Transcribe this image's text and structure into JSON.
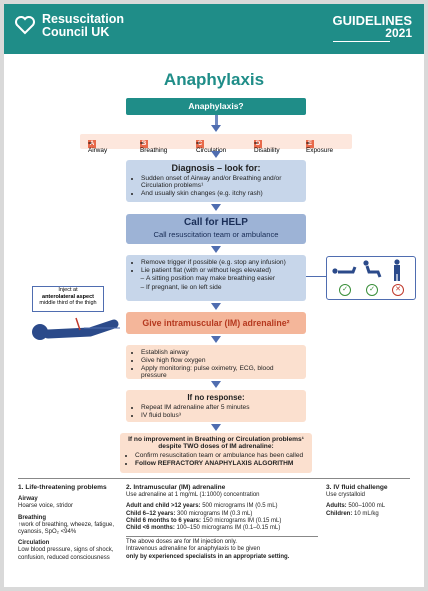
{
  "header": {
    "org_line1": "Resuscitation",
    "org_line2": "Council UK",
    "guidelines": "GUIDELINES",
    "year": "2021"
  },
  "title": "Anaphylaxis",
  "question": "Anaphylaxis?",
  "abcde": [
    {
      "letter": "A",
      "label": "= Airway"
    },
    {
      "letter": "B",
      "label": "= Breathing"
    },
    {
      "letter": "C",
      "label": "= Circulation"
    },
    {
      "letter": "D",
      "label": "= Disability"
    },
    {
      "letter": "E",
      "label": "= Exposure"
    }
  ],
  "diagnosis": {
    "heading": "Diagnosis – look for:",
    "items": [
      "Sudden onset of Airway and/or Breathing and/or Circulation problems¹",
      "And usually skin changes (e.g. itchy rash)"
    ]
  },
  "call_help": {
    "heading": "Call for HELP",
    "sub": "Call resuscitation team or ambulance"
  },
  "trigger": {
    "items": [
      "Remove trigger if possible (e.g. stop any infusion)",
      "Lie patient flat (with or without legs elevated)"
    ],
    "subitems": [
      "A sitting position may make breathing easier",
      "If pregnant, lie on left side"
    ]
  },
  "position_icons": [
    "lying-flat-icon",
    "sitting-icon",
    "standing-icon"
  ],
  "position_marks": [
    "✓",
    "✓",
    "✕"
  ],
  "inject_note": {
    "line1": "Inject at",
    "bold": "anterolateral aspect",
    "line2": "middle third of the thigh"
  },
  "im_adrenaline": "Give intramuscular (IM) adrenaline²",
  "airway": {
    "items": [
      "Establish airway",
      "Give high flow oxygen",
      "Apply monitoring: pulse oximetry, ECG, blood pressure"
    ]
  },
  "no_response": {
    "heading": "If no response:",
    "items": [
      "Repeat IM adrenaline after 5 minutes",
      "IV fluid bolus³"
    ]
  },
  "refractory": {
    "heading1": "If no improvement in Breathing or Circulation problems¹",
    "heading2": "despite TWO doses of IM adrenaline:",
    "items": [
      "Confirm resuscitation team or ambulance has been called",
      "Follow REFRACTORY ANAPHYLAXIS ALGORITHM"
    ]
  },
  "footnotes": {
    "col1": {
      "heading": "1. Life-threatening problems",
      "airway_h": "Airway",
      "airway_t": "Hoarse voice, stridor",
      "breathing_h": "Breathing",
      "breathing_t": "↑work of breathing, wheeze, fatigue, cyanosis, SpO₂ <94%",
      "circ_h": "Circulation",
      "circ_t": "Low blood pressure, signs of shock, confusion, reduced consciousness"
    },
    "col2": {
      "heading": "2. Intramuscular (IM) adrenaline",
      "sub": "Use adrenaline at 1 mg/mL (1:1000) concentration",
      "doses": [
        {
          "who": "Adult and child >12 years:",
          "dose": "500 micrograms IM (0.5 mL)"
        },
        {
          "who": "Child 6–12 years:",
          "dose": "300 micrograms IM (0.3 mL)"
        },
        {
          "who": "Child 6 months to 6 years:",
          "dose": "150 micrograms IM (0.15 mL)"
        },
        {
          "who": "Child <6 months:",
          "dose": "100–150 micrograms IM (0.1–0.15 mL)"
        }
      ],
      "note1": "The above doses are for IM injection only.",
      "note2": "Intravenous adrenaline for anaphylaxis to be given",
      "note3": "only by experienced specialists in an appropriate setting."
    },
    "col3": {
      "heading": "3. IV fluid challenge",
      "sub": "Use crystalloid",
      "adults_h": "Adults:",
      "adults_t": "500–1000 mL",
      "children_h": "Children:",
      "children_t": "10 mL/kg"
    }
  },
  "colors": {
    "teal": "#1f8d88",
    "blue": "#4f6db0",
    "orange": "#e8694a"
  }
}
